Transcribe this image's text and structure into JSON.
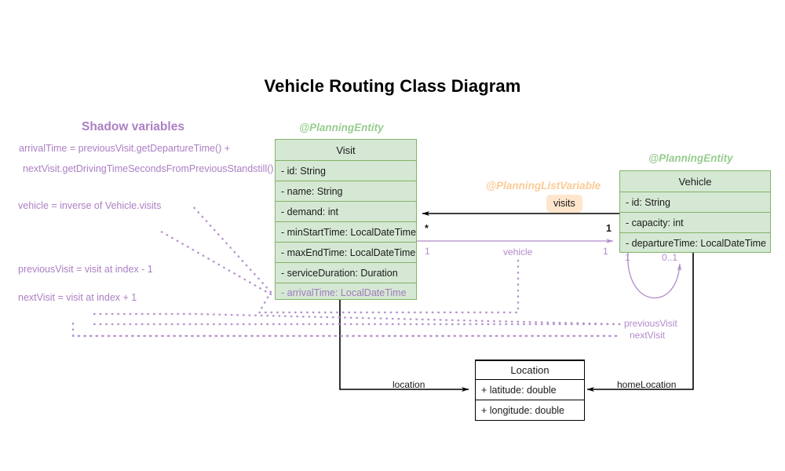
{
  "title": "Vehicle Routing Class Diagram",
  "colors": {
    "entity_fill": "#d5e8d4",
    "entity_border": "#82b366",
    "shadow_purple": "#ac7fc4",
    "list_variable_orange": "#fbcb96",
    "badge_fill": "#ffe6cc",
    "plain_border": "#000000"
  },
  "shadow_panel": {
    "heading": "Shadow variables",
    "lines": [
      "arrivalTime = previousVisit.getDepartureTime() +",
      "nextVisit.getDrivingTimeSecondsFromPreviousStandstill()",
      "vehicle = inverse of Vehicle.visits",
      "previousVisit = visit at index - 1",
      "nextVisit = visit at index + 1"
    ]
  },
  "classes": {
    "visit": {
      "stereotype": "@PlanningEntity",
      "name": "Visit",
      "attributes": [
        {
          "text": "- id: String",
          "shadow": false
        },
        {
          "text": "- name: String",
          "shadow": false
        },
        {
          "text": "- demand: int",
          "shadow": false
        },
        {
          "text": "- minStartTime: LocalDateTime",
          "shadow": false
        },
        {
          "text": "- maxEndTime: LocalDateTime",
          "shadow": false
        },
        {
          "text": "- serviceDuration: Duration",
          "shadow": false
        },
        {
          "text": "- arrivalTime: LocalDateTime",
          "shadow": true
        }
      ]
    },
    "vehicle": {
      "stereotype": "@PlanningEntity",
      "name": "Vehicle",
      "attributes": [
        {
          "text": "- id: String",
          "shadow": false
        },
        {
          "text": "- capacity: int",
          "shadow": false
        },
        {
          "text": "- departureTime: LocalDateTime",
          "shadow": false
        }
      ]
    },
    "location": {
      "name": "Location",
      "attributes": [
        {
          "text": "+ latitude: double",
          "shadow": false
        },
        {
          "text": "+ longitude: double",
          "shadow": false
        }
      ]
    }
  },
  "associations": {
    "visits": {
      "stereotype": "@PlanningListVariable",
      "badge": "visits",
      "source_multiplicity": "1",
      "target_multiplicity": "*"
    },
    "vehicle": {
      "label": "vehicle",
      "source_multiplicity": "1",
      "target_multiplicity": "1"
    },
    "previous_visit": {
      "label": "previousVisit"
    },
    "next_visit": {
      "label": "nextVisit"
    },
    "location": {
      "label": "location"
    },
    "home_location": {
      "label": "homeLocation"
    },
    "self_loop": {
      "source_multiplicity": "1",
      "target_multiplicity": "0..1"
    }
  }
}
